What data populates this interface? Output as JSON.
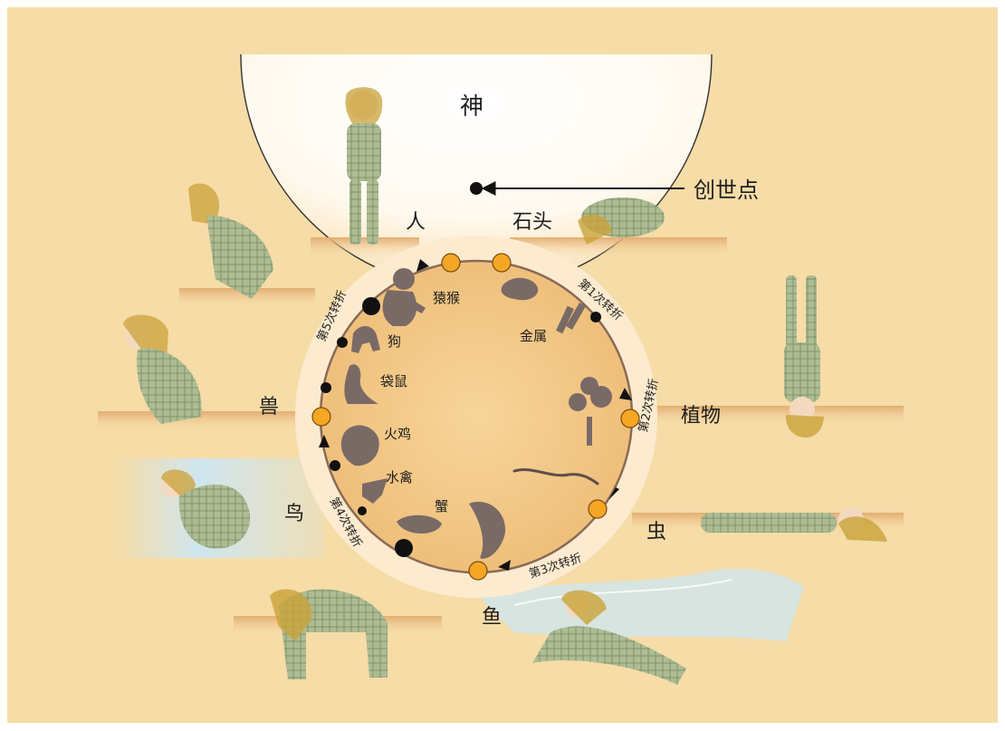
{
  "god": "神",
  "creation_point": "创世点",
  "realms": {
    "human": "人",
    "stone": "石头",
    "plant": "植物",
    "insect": "虫",
    "fish": "鱼",
    "bird": "鸟",
    "beast": "兽"
  },
  "inner": {
    "ape": "猿猴",
    "metal": "金属",
    "dog": "狗",
    "kangaroo": "袋鼠",
    "turkey": "火鸡",
    "waterfowl": "水禽",
    "crab": "蟹"
  },
  "turns": {
    "t1": "第1次转折",
    "t2": "第2次转折",
    "t3": "第3次转折",
    "t4": "第4次转折",
    "t5": "第5次转折"
  },
  "colors": {
    "background": "#f6dca7",
    "ring": "#fdebd0",
    "disc": "#f3c888",
    "orange_node": "#f5a623",
    "ledge": "#e7b680",
    "water": "#cfe6ef"
  }
}
